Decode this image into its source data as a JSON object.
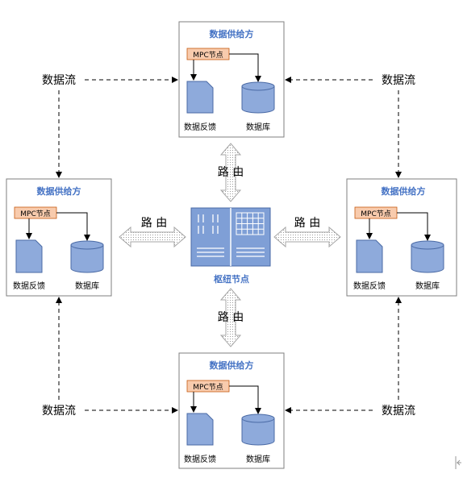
{
  "provider": {
    "title": "数据供给方",
    "mpc_label": "MPC节点",
    "doc_label": "数据反馈",
    "db_label": "数据库"
  },
  "hub": {
    "label": "枢纽节点"
  },
  "route_label": "路 由",
  "flow_label": "数据流",
  "colors": {
    "title_blue": "#4472c4",
    "shape_fill": "#8eaadb",
    "shape_stroke": "#4a6aa5",
    "mpc_fill": "#f8cbad",
    "mpc_stroke": "#c55a11",
    "hub_fill": "#7f9fd6"
  }
}
